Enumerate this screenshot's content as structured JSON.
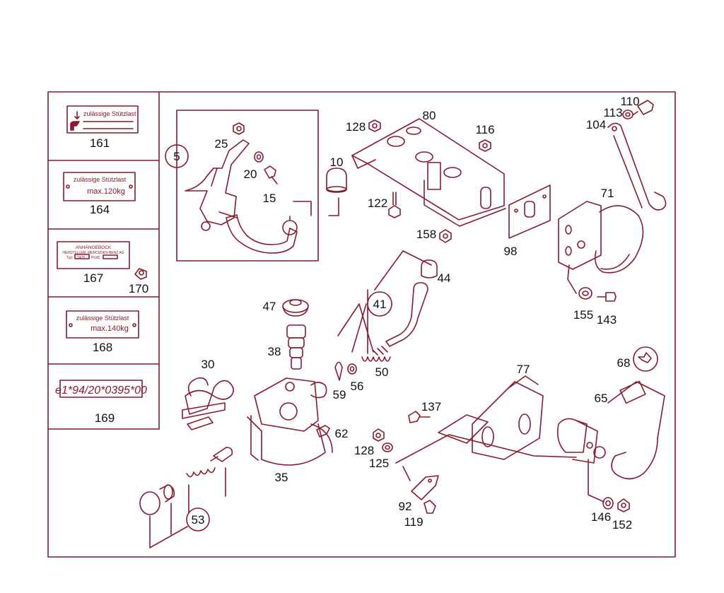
{
  "colors": {
    "line": "#8b1a2c",
    "text": "#111111",
    "background": "#ffffff"
  },
  "plates": {
    "p161": {
      "text": "zulässige Stützlast",
      "label": "161"
    },
    "p164": {
      "text": "zulässige Stützlast",
      "value": "max.120kg",
      "label": "164"
    },
    "p167": {
      "title": "ANHÄNGEBOCK",
      "line2": "HERSTELLER: MERCEDES-BENZ AG",
      "type_label": "Typ:",
      "type_value": "2425",
      "prufz": "PrüfZ.:",
      "label": "167",
      "side_label": "170"
    },
    "p168": {
      "text": "zulässige Stützlast",
      "value": "max.140kg",
      "label": "168"
    },
    "p169": {
      "code": "e1*94/20*0395*00",
      "label": "169"
    }
  },
  "callouts": {
    "c5": "5",
    "c25": "25",
    "c20": "20",
    "c15": "15",
    "c10": "10",
    "c128a": "128",
    "c80": "80",
    "c116": "116",
    "c122": "122",
    "c158": "158",
    "c98": "98",
    "c110": "110",
    "c113": "113",
    "c104": "104",
    "c71": "71",
    "c155": "155",
    "c143": "143",
    "c44": "44",
    "c41": "41",
    "c47": "47",
    "c38": "38",
    "c50": "50",
    "c56": "56",
    "c59": "59",
    "c30": "30",
    "c62": "62",
    "c35": "35",
    "c53": "53",
    "c137": "137",
    "c77": "77",
    "c128b": "128",
    "c125": "125",
    "c92": "92",
    "c119": "119",
    "c68": "68",
    "c65": "65",
    "c146": "146",
    "c152": "152"
  }
}
